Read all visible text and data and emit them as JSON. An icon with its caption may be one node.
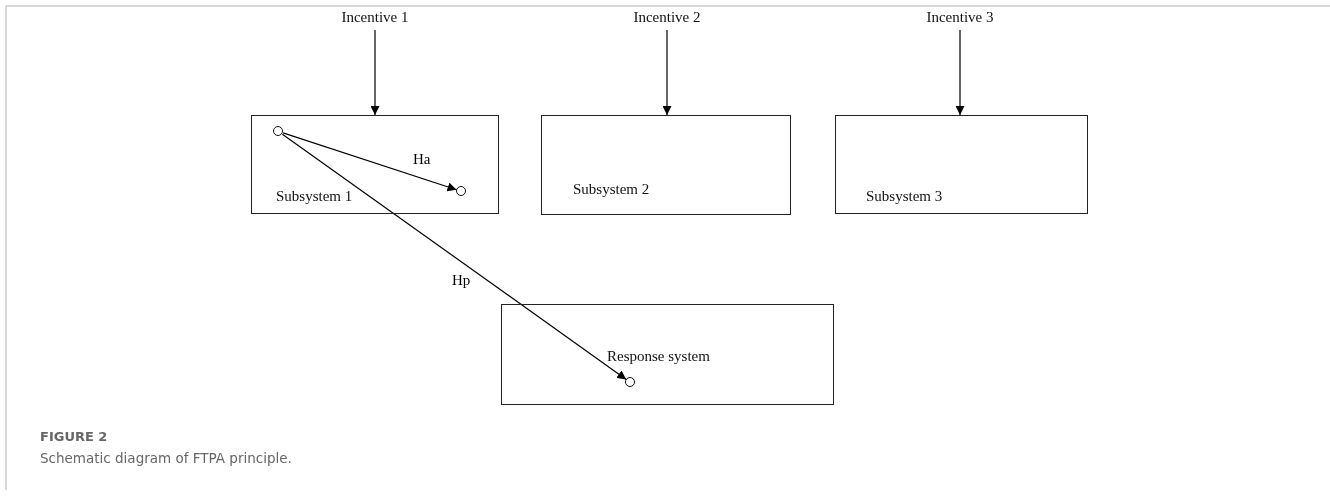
{
  "diagram": {
    "title": "FIGURE 2",
    "caption": "Schematic diagram of FTPA principle.",
    "nodes": [
      {
        "text": [
          "Incentive 1"
        ]
      },
      {
        "text": [
          "Incentive 2"
        ]
      },
      {
        "text": [
          "Incentive 3"
        ]
      },
      {
        "text": [
          "Subsystem 1"
        ]
      },
      {
        "text": [
          "Subsystem 2"
        ]
      },
      {
        "text": [
          "Subsystem 3"
        ]
      },
      {
        "text": [],
        "shape": "circle",
        "in": 3
      },
      {
        "text": [],
        "shape": "circle",
        "in": 3
      },
      {
        "text": [
          "Response system"
        ]
      },
      {
        "text": [],
        "shape": "circle",
        "in": 8
      }
    ],
    "edges": [
      {
        "from": 0,
        "to": 3,
        "arrow": "to"
      },
      {
        "from": 1,
        "to": 4,
        "arrow": "to"
      },
      {
        "from": 2,
        "to": 5,
        "arrow": "to"
      },
      {
        "from": 6,
        "to": 7,
        "arrow": "to",
        "label": "Ha"
      },
      {
        "from": 6,
        "to": 9,
        "arrow": "to",
        "label": "Hp"
      }
    ]
  }
}
